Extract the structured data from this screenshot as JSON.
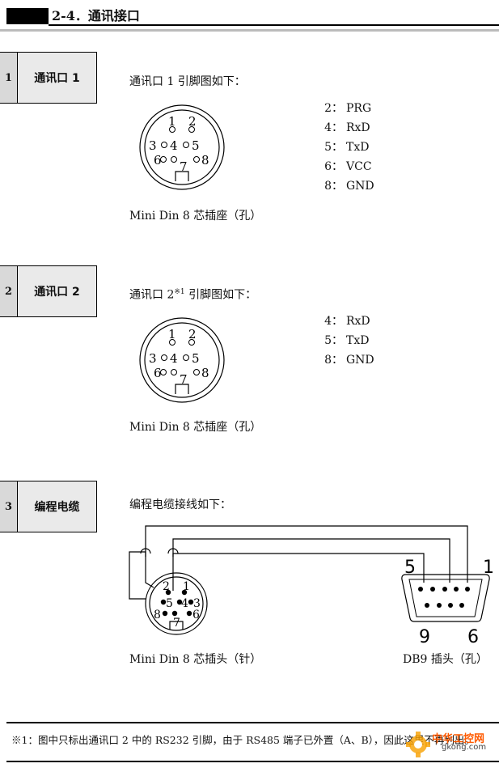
{
  "header": {
    "title": "2-4．通讯接口"
  },
  "sections": [
    {
      "num": "1",
      "label": "通讯口 1",
      "intro": "通讯口 1 引脚图如下：",
      "pins": [
        {
          "n": "2",
          "sep": "：",
          "name": "PRG"
        },
        {
          "n": "4",
          "sep": "：",
          "name": "RxD"
        },
        {
          "n": "5",
          "sep": "：",
          "name": "TxD"
        },
        {
          "n": "6",
          "sep": "：",
          "name": "VCC"
        },
        {
          "n": "8",
          "sep": "：",
          "name": "GND"
        }
      ],
      "caption": "Mini Din 8 芯插座（孔）"
    },
    {
      "num": "2",
      "label": "通讯口 2",
      "intro_pre": "通讯口 2",
      "intro_sup": "※1",
      "intro_post": " 引脚图如下：",
      "pins": [
        {
          "n": "4",
          "sep": "：",
          "name": "RxD"
        },
        {
          "n": "5",
          "sep": "：",
          "name": "TxD"
        },
        {
          "n": "8",
          "sep": "：",
          "name": "GND"
        }
      ],
      "caption": "Mini Din 8 芯插座（孔）"
    },
    {
      "num": "3",
      "label": "编程电缆",
      "intro": "编程电缆接线如下：",
      "caption_left": "Mini Din 8 芯插头（针）",
      "caption_right": "DB9 插头（孔）",
      "db9_labels": {
        "top_left": "5",
        "top_right": "1",
        "bottom_left": "9",
        "bottom_right": "6"
      }
    }
  ],
  "socket_pins": {
    "p1": "1",
    "p2": "2",
    "p3": "3",
    "p4": "4",
    "p5": "5",
    "p6": "6",
    "p7": "7",
    "p8": "8"
  },
  "plug_pins": {
    "p1": "1",
    "p2": "2",
    "p3": "3",
    "p4": "4",
    "p5": "5",
    "p6": "6",
    "p7": "7",
    "p8": "8"
  },
  "footnote": "※1：图中只标出通讯口 2 中的 RS232 引脚，由于 RS485 端子已外置（A、B），因此这里不再列出。",
  "watermark": {
    "main": "中华工控网",
    "sub": "gkong.com"
  }
}
